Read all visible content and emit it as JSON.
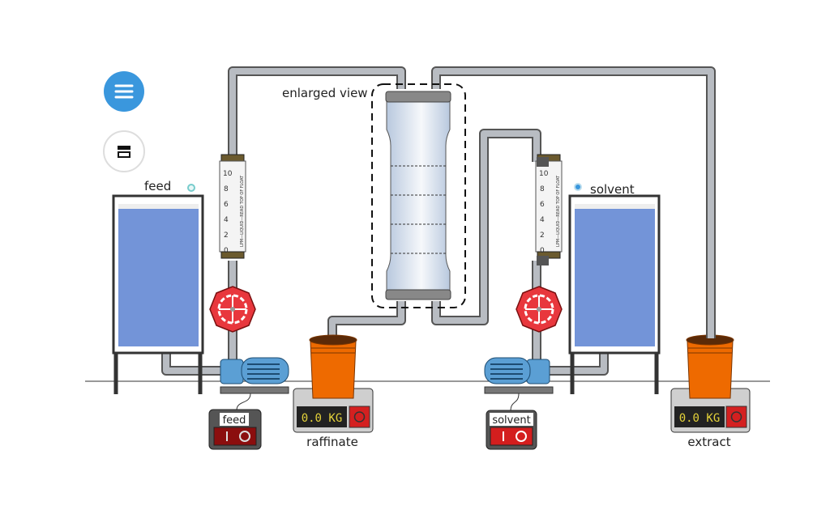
{
  "controls": {
    "menu_icon": "hamburger-menu-icon",
    "tools_icon": "flowsheet-icon",
    "menu_color": "#3a97dd"
  },
  "labels": {
    "feed": "feed",
    "solvent": "solvent",
    "enlarged_view": "enlarged view",
    "raffinate": "raffinate",
    "extract": "extract"
  },
  "switches": {
    "feed": {
      "label": "feed",
      "on": false
    },
    "solvent": {
      "label": "solvent",
      "on": false
    }
  },
  "scales": {
    "raffinate": {
      "reading": "0.0 KG"
    },
    "extract": {
      "reading": "0.0 KG"
    }
  },
  "rotameter": {
    "ticks": [
      "10",
      "8",
      "6",
      "4",
      "2",
      "0"
    ],
    "scale_text": "LPM—LIQUID—READ TOP OF FLOAT"
  },
  "colors": {
    "tank_liquid": "#7394d8",
    "bucket": "#ee6a00",
    "valve": "#e8373d",
    "pump": "#5b9fd4",
    "switch_off": "#8b0e0e",
    "switch_solvent": "#d41e1e"
  }
}
